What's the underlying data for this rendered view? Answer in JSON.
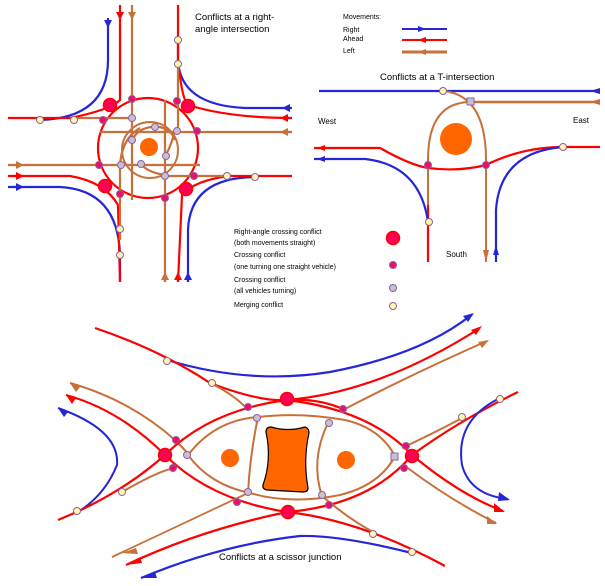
{
  "colors": {
    "right": "#2626d9",
    "ahead": "#ff0000",
    "left": "#c8703a",
    "island": "#ff6600",
    "right_angle_conflict": "#ff0055",
    "crossing_one_turning": "#e8106a",
    "crossing_all_turning": "#c8c0d0",
    "merging": "#fff8a8",
    "marker_outline": "#9060a0"
  },
  "diagrams": {
    "right_angle": {
      "title_line1": "Conflicts at a right-",
      "title_line2": "angle intersection"
    },
    "t_intersection": {
      "title": "Conflicts at a T-intersection",
      "west": "West",
      "east": "East",
      "south": "South"
    },
    "scissor": {
      "title": "Conflicts at a scissor junction"
    }
  },
  "movements_legend": {
    "heading": "Movements:",
    "items": [
      {
        "label": "Right",
        "color_key": "right"
      },
      {
        "label": "Ahead",
        "color_key": "ahead"
      },
      {
        "label": "Left",
        "color_key": "left"
      }
    ]
  },
  "conflicts_legend": {
    "items": [
      {
        "line1": "Right-angle crossing conflict",
        "line2": "(both movements straight)",
        "type": "right_angle_conflict"
      },
      {
        "line1": "Crossing conflict",
        "line2": "(one turning one straight vehicle)",
        "type": "crossing_one_turning"
      },
      {
        "line1": "Crossing conflict",
        "line2": "(all vehicles turning)",
        "type": "crossing_all_turning"
      },
      {
        "line1": "Merging conflict",
        "line2": "",
        "type": "merging"
      }
    ]
  }
}
